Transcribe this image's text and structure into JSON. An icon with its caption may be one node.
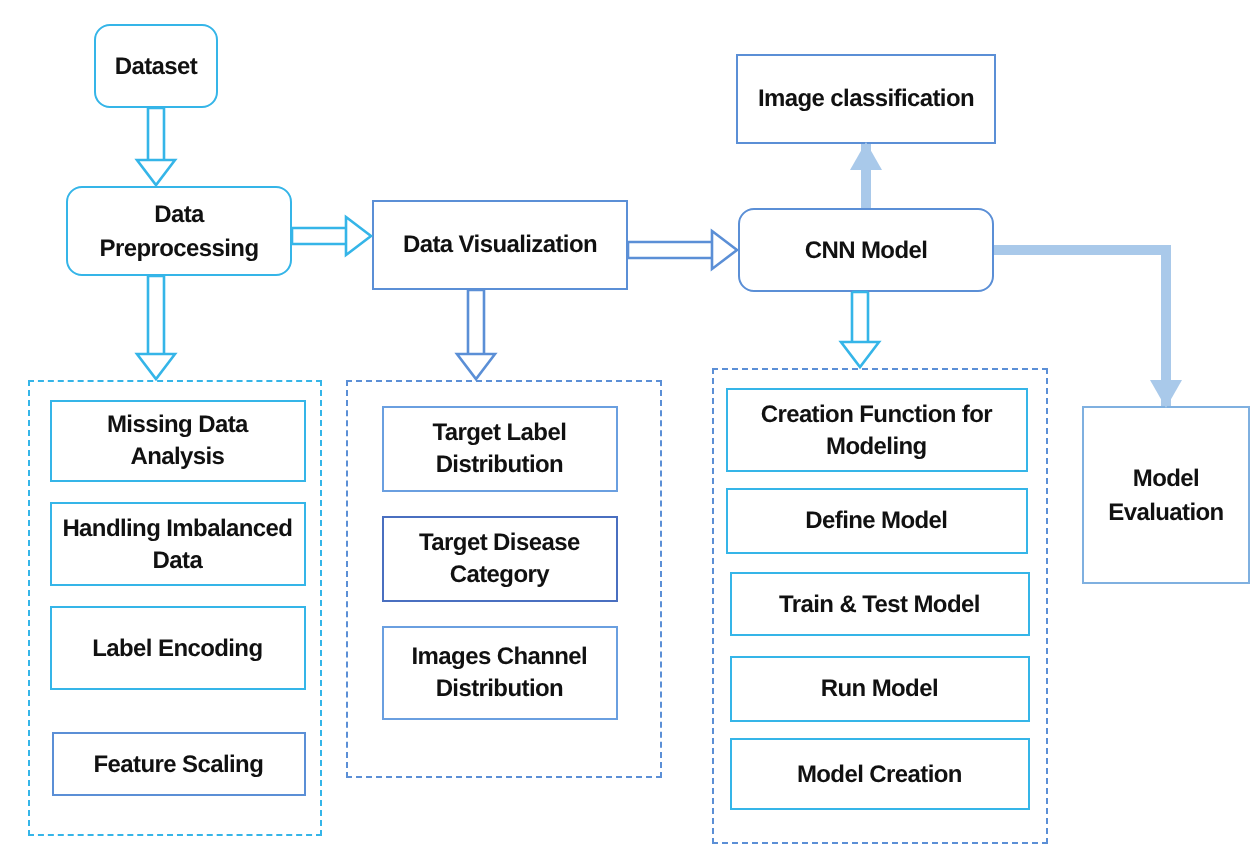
{
  "diagram": {
    "nodes": [
      {
        "text": [
          "Dataset"
        ]
      },
      {
        "text": [
          "Data Preprocessing"
        ]
      },
      {
        "text": [
          "Data Visualization"
        ]
      },
      {
        "text": [
          "CNN Model"
        ]
      },
      {
        "text": [
          "Image classification"
        ]
      },
      {
        "text": [
          "Model Evaluation"
        ]
      },
      {
        "text": [],
        "shape": "box"
      },
      {
        "text": [
          "Missing Data Analysis"
        ],
        "in": 6
      },
      {
        "text": [
          "Handling Imbalanced Data"
        ],
        "in": 6
      },
      {
        "text": [
          "Label Encoding"
        ],
        "in": 6
      },
      {
        "text": [
          "Feature Scaling"
        ],
        "in": 6
      },
      {
        "text": [],
        "shape": "box"
      },
      {
        "text": [
          "Target Label Distribution"
        ],
        "in": 11
      },
      {
        "text": [
          "Target Disease Category"
        ],
        "in": 11
      },
      {
        "text": [
          "Images Channel Distribution"
        ],
        "in": 11
      },
      {
        "text": [],
        "shape": "box"
      },
      {
        "text": [
          "Creation Function for Modeling"
        ],
        "in": 15
      },
      {
        "text": [
          "Define Model"
        ],
        "in": 15
      },
      {
        "text": [
          "Train & Test Model"
        ],
        "in": 15
      },
      {
        "text": [
          "Run Model"
        ],
        "in": 15
      },
      {
        "text": [
          "Model Creation"
        ],
        "in": 15
      }
    ],
    "edges": [
      {
        "from": 0,
        "to": 1,
        "arrow": "to"
      },
      {
        "from": 1,
        "to": 6,
        "arrow": "to"
      },
      {
        "from": 1,
        "to": 2,
        "arrow": "to"
      },
      {
        "from": 2,
        "to": 11,
        "arrow": "to",
        "color": "#5b8fd6"
      },
      {
        "from": 2,
        "to": 3,
        "arrow": "to",
        "color": "#5b8fd6"
      },
      {
        "from": 3,
        "to": 4,
        "arrow": "to",
        "style": "thick",
        "color": "#a9c9ea"
      },
      {
        "from": 3,
        "to": 15,
        "arrow": "to"
      },
      {
        "from": 3,
        "to": 5,
        "arrow": "to",
        "style": "thick",
        "color": "#a9c9ea"
      }
    ]
  }
}
